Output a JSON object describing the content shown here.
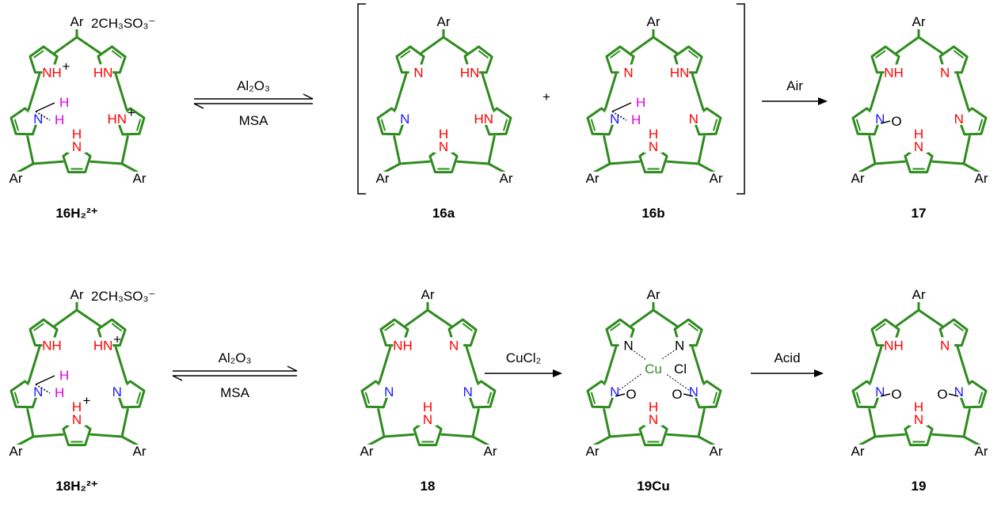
{
  "colors": {
    "bond": "#2e8b1e",
    "nitrogen_neutral": "#1a1aff",
    "nitrogen_red": "#ff0000",
    "hydrogen": "#e600e6",
    "text": "#000000"
  },
  "molecules": [
    {
      "name": "16H₂²⁺",
      "counterion": "2CH₃SO₃⁻",
      "rings": {
        "tl": [
          "NH",
          "red",
          "+"
        ],
        "tr": [
          "HN",
          "red",
          ""
        ],
        "l": [
          "N",
          "blue",
          ""
        ],
        "r": [
          "HN",
          "red",
          "+"
        ],
        "b": [
          "H\nN",
          "red",
          ""
        ]
      },
      "sp3_H": [
        "H",
        "H"
      ],
      "ar": [
        "Ar",
        "Ar",
        "Ar"
      ]
    },
    {
      "name": "16a",
      "rings": {
        "tl": [
          "N",
          "red",
          ""
        ],
        "tr": [
          "HN",
          "red",
          ""
        ],
        "l": [
          "N",
          "blue",
          ""
        ],
        "r": [
          "HN",
          "red",
          ""
        ],
        "b": [
          "H\nN",
          "red",
          ""
        ]
      },
      "ar": [
        "Ar",
        "Ar",
        "Ar"
      ]
    },
    {
      "name": "16b",
      "rings": {
        "tl": [
          "N",
          "red",
          ""
        ],
        "tr": [
          "HN",
          "red",
          ""
        ],
        "l": [
          "N",
          "blue",
          ""
        ],
        "r": [
          "N",
          "red",
          ""
        ],
        "b": [
          "H\nN",
          "red",
          ""
        ]
      },
      "sp3_H": [
        "H",
        "H"
      ],
      "ar": [
        "Ar",
        "Ar",
        "Ar"
      ]
    },
    {
      "name": "17",
      "rings": {
        "tl": [
          "NH",
          "red",
          ""
        ],
        "tr": [
          "N",
          "red",
          ""
        ],
        "l": [
          "N",
          "blue",
          ""
        ],
        "r": [
          "N",
          "red",
          ""
        ],
        "b": [
          "H\nN",
          "red",
          ""
        ]
      },
      "oxo": [
        "O"
      ],
      "ar": [
        "Ar",
        "Ar",
        "Ar"
      ]
    },
    {
      "name": "18H₂²⁺",
      "counterion": "2CH₃SO₃⁻",
      "rings": {
        "tl": [
          "NH",
          "red",
          ""
        ],
        "tr": [
          "HN",
          "red",
          "+"
        ],
        "l": [
          "N",
          "blue",
          ""
        ],
        "r": [
          "N",
          "blue",
          ""
        ],
        "b": [
          "H\nN",
          "red",
          "+"
        ]
      },
      "sp3_H": [
        "H",
        "H"
      ],
      "ar": [
        "Ar",
        "Ar",
        "Ar"
      ]
    },
    {
      "name": "18",
      "rings": {
        "tl": [
          "NH",
          "red",
          ""
        ],
        "tr": [
          "N",
          "red",
          ""
        ],
        "l": [
          "N",
          "blue",
          ""
        ],
        "r": [
          "N",
          "blue",
          ""
        ],
        "b": [
          "H\nN",
          "red",
          ""
        ]
      },
      "ar": [
        "Ar",
        "Ar",
        "Ar"
      ]
    },
    {
      "name": "19Cu",
      "rings": {
        "tl": [
          "N",
          "black",
          ""
        ],
        "tr": [
          "N",
          "black",
          ""
        ],
        "l": [
          "N",
          "blue",
          ""
        ],
        "r": [
          "N",
          "blue",
          ""
        ],
        "b": [
          "H\nN",
          "red",
          ""
        ]
      },
      "oxo": [
        "O",
        "O"
      ],
      "metal": "Cu",
      "ligand": "Cl",
      "ar": [
        "Ar",
        "Ar",
        "Ar"
      ]
    },
    {
      "name": "19",
      "rings": {
        "tl": [
          "NH",
          "red",
          ""
        ],
        "tr": [
          "N",
          "red",
          ""
        ],
        "l": [
          "N",
          "blue",
          ""
        ],
        "r": [
          "N",
          "blue",
          ""
        ],
        "b": [
          "H\nN",
          "red",
          ""
        ]
      },
      "oxo": [
        "O",
        "O"
      ],
      "ar": [
        "Ar",
        "Ar",
        "Ar"
      ]
    }
  ],
  "arrows": [
    {
      "type": "equilibrium",
      "top": "Al₂O₃",
      "bottom": "MSA"
    },
    {
      "type": "forward",
      "top": "Air",
      "bottom": ""
    },
    {
      "type": "equilibrium",
      "top": "Al₂O₃",
      "bottom": "MSA"
    },
    {
      "type": "forward",
      "top": "CuCl₂",
      "bottom": ""
    },
    {
      "type": "forward",
      "top": "Acid",
      "bottom": ""
    }
  ],
  "plus_sign": "+"
}
